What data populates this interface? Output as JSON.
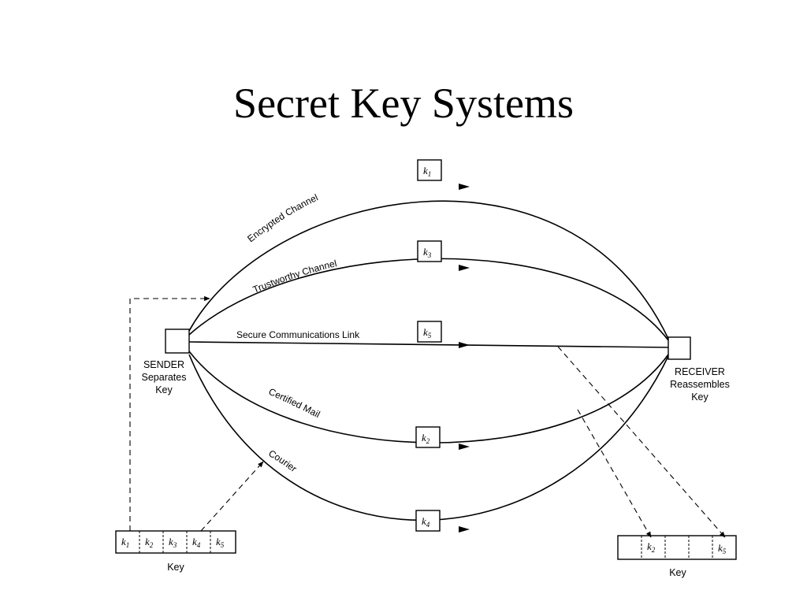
{
  "title": "Secret Key Systems",
  "sender": {
    "line1": "SENDER",
    "line2": "Separates",
    "line3": "Key"
  },
  "receiver": {
    "line1": "RECEIVER",
    "line2": "Reassembles",
    "line3": "Key"
  },
  "channels": [
    {
      "id": "encrypted",
      "label": "Encrypted Channel",
      "key": "k",
      "sub": "1"
    },
    {
      "id": "trustworthy",
      "label": "Trustworthy Channel",
      "key": "k",
      "sub": "3"
    },
    {
      "id": "secure",
      "label": "Secure Communications Link",
      "key": "k",
      "sub": "5"
    },
    {
      "id": "certified",
      "label": "Certified Mail",
      "key": "k",
      "sub": "2"
    },
    {
      "id": "courier",
      "label": "Courier",
      "key": "k",
      "sub": "4"
    }
  ],
  "sender_key": {
    "label": "Key",
    "cells": [
      {
        "key": "k",
        "sub": "1"
      },
      {
        "key": "k",
        "sub": "2"
      },
      {
        "key": "k",
        "sub": "3"
      },
      {
        "key": "k",
        "sub": "4"
      },
      {
        "key": "k",
        "sub": "5"
      }
    ]
  },
  "receiver_key": {
    "label": "Key",
    "cells": [
      {
        "key": "",
        "sub": ""
      },
      {
        "key": "k",
        "sub": "2"
      },
      {
        "key": "",
        "sub": ""
      },
      {
        "key": "",
        "sub": ""
      },
      {
        "key": "k",
        "sub": "5"
      }
    ]
  }
}
